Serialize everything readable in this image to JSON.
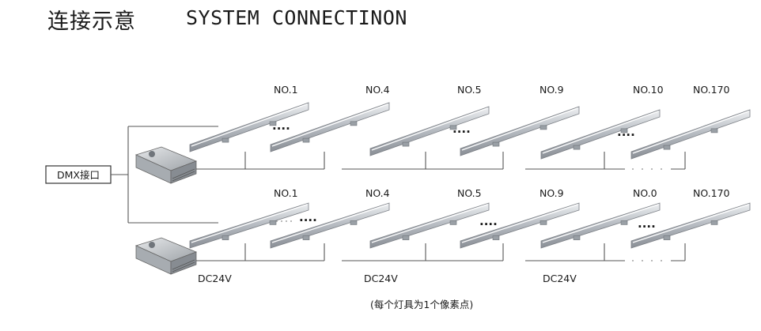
{
  "title": {
    "cn": "连接示意",
    "en": "SYSTEM CONNECTINON"
  },
  "controller": {
    "label": "DMX接口"
  },
  "rows": [
    {
      "labels": [
        "NO.1",
        "NO.4",
        "NO.5",
        "NO.9",
        "NO.10",
        "NO.170"
      ]
    },
    {
      "labels": [
        "NO.1",
        "NO.4",
        "NO.5",
        "NO.9",
        "NO.0",
        "NO.170"
      ]
    }
  ],
  "ellipsis": "....",
  "power_labels": [
    "DC24V",
    "DC24V",
    "DC24V"
  ],
  "note": "(每个灯具为1个像素点)",
  "colors": {
    "line": "#555555",
    "text": "#1a1a1a",
    "fixture": "#c8ccd0",
    "fixture_edge": "#7a7e84"
  }
}
